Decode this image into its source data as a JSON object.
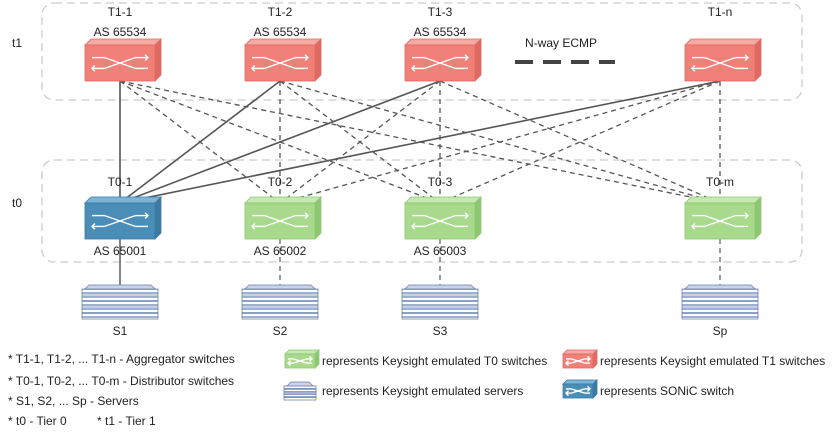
{
  "tiers": [
    {
      "id": "t1",
      "label": "t1"
    },
    {
      "id": "t0",
      "label": "t0"
    }
  ],
  "ecmp_label": "N-way ECMP",
  "t1_switches": [
    {
      "name": "T1-1",
      "asn": "AS 65534"
    },
    {
      "name": "T1-2",
      "asn": "AS 65534"
    },
    {
      "name": "T1-3",
      "asn": "AS 65534"
    },
    {
      "name": "T1-n",
      "asn": ""
    }
  ],
  "t0_switches": [
    {
      "name": "T0-1",
      "asn": "AS 65001",
      "kind": "sonic"
    },
    {
      "name": "T0-2",
      "asn": "AS 65002",
      "kind": "t0"
    },
    {
      "name": "T0-3",
      "asn": "AS 65003",
      "kind": "t0"
    },
    {
      "name": "T0-m",
      "asn": "",
      "kind": "t0"
    }
  ],
  "servers": [
    {
      "name": "S1"
    },
    {
      "name": "S2"
    },
    {
      "name": "S3"
    },
    {
      "name": "Sp"
    }
  ],
  "notes": [
    "* T1-1, T1-2, ... T1-n - Aggregator switches",
    "* T0-1, T0-2, ... T0-m -  Distributor switches",
    "* S1, S2, ... Sp - Servers",
    "* t0 - Tier 0",
    "* t1 - Tier 1"
  ],
  "legend": {
    "t0_switch": "represents Keysight emulated T0 switches",
    "t1_switch": "represents Keysight emulated T1 switches",
    "server": "represents Keysight emulated servers",
    "sonic": "represents SONiC switch"
  },
  "colors": {
    "t1_front": "#f08078",
    "t1_top": "#f6aaa4",
    "t1_side": "#e06a62",
    "t0_front": "#a8d98c",
    "t0_top": "#c6e8b2",
    "t0_side": "#8cc872",
    "sonic_front": "#4a8db7",
    "sonic_top": "#7fb4d6",
    "sonic_side": "#3a7aa3",
    "link_sonic": "#555555",
    "link_emulated": "#555555",
    "tier_border": "#cccccc"
  }
}
